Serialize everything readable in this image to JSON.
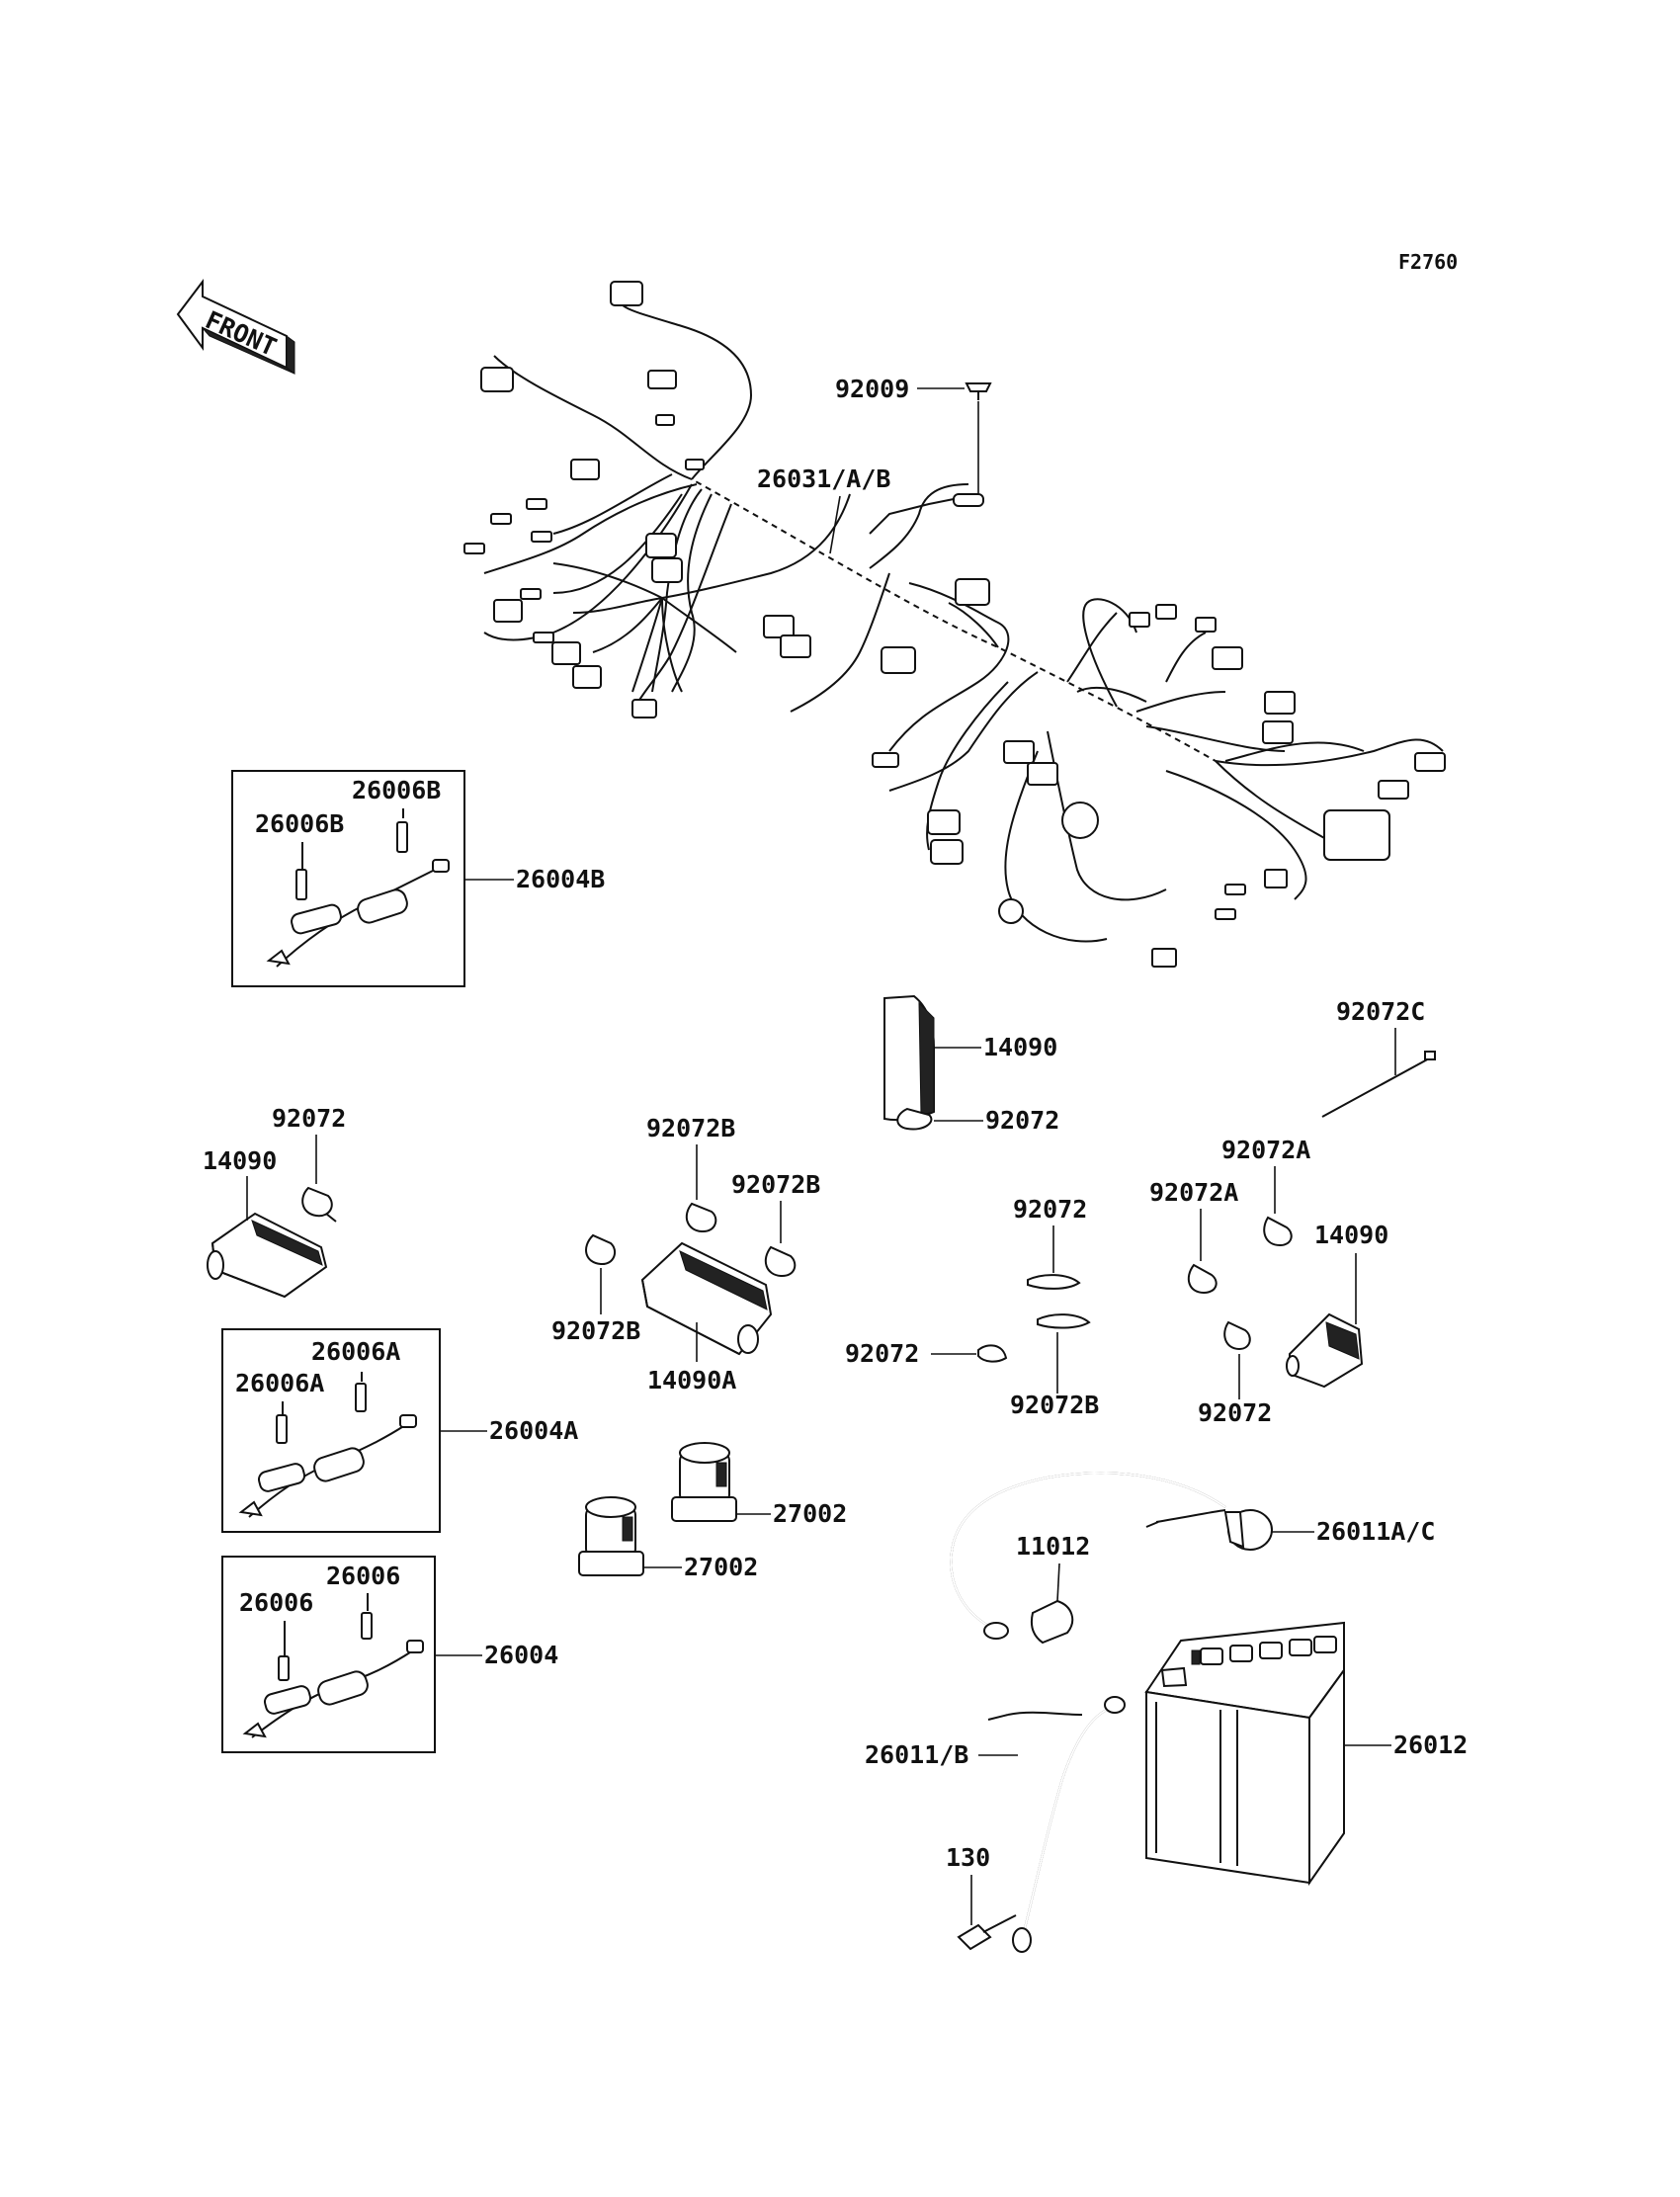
{
  "figure_code": "F2760",
  "front_arrow": {
    "text": "FRONT"
  },
  "labels": {
    "p92009": "92009",
    "p26031": "26031/A/B",
    "p26006B_1": "26006B",
    "p26006B_2": "26006B",
    "p26004B": "26004B",
    "p14090_top": "14090",
    "p92072_top": "92072",
    "p92072C": "92072C",
    "p92072_left": "92072",
    "p14090_left": "14090",
    "p92072B_1": "92072B",
    "p92072B_2": "92072B",
    "p92072B_3": "92072B",
    "p14090A": "14090A",
    "p92072_mid": "92072",
    "p92072_mid2": "92072",
    "p92072B_4": "92072B",
    "p92072A_1": "92072A",
    "p92072A_2": "92072A",
    "p14090_right": "14090",
    "p92072_right": "92072",
    "p26006A_1": "26006A",
    "p26006A_2": "26006A",
    "p26004A": "26004A",
    "p27002_1": "27002",
    "p27002_2": "27002",
    "p26006_1": "26006",
    "p26006_2": "26006",
    "p26004": "26004",
    "p11012": "11012",
    "p26011AC": "26011A/C",
    "p26011B": "26011/B",
    "p26012": "26012",
    "p130": "130"
  }
}
